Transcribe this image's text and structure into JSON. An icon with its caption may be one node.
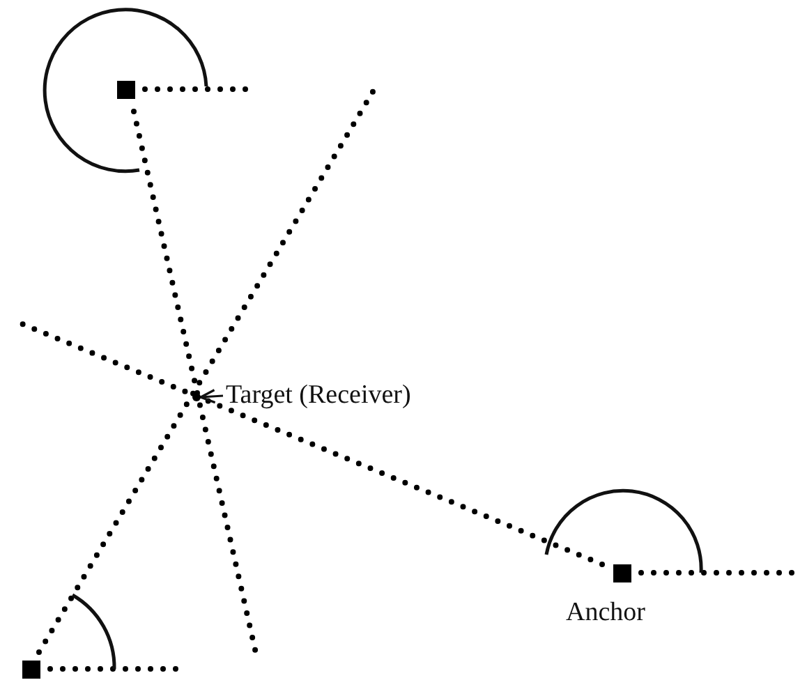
{
  "diagram": {
    "nodes": [
      {
        "text": [],
        "shape": "box"
      },
      {
        "text": [
          "Target (Receiver)"
        ]
      },
      {
        "text": [],
        "shape": "box",
        "beside": [
          "Anchor"
        ]
      },
      {
        "text": [],
        "shape": "box"
      },
      {
        "text": [],
        "shape": "point"
      }
    ],
    "edges": [
      {
        "from": 1,
        "to": 4,
        "arrow": "to"
      }
    ]
  }
}
